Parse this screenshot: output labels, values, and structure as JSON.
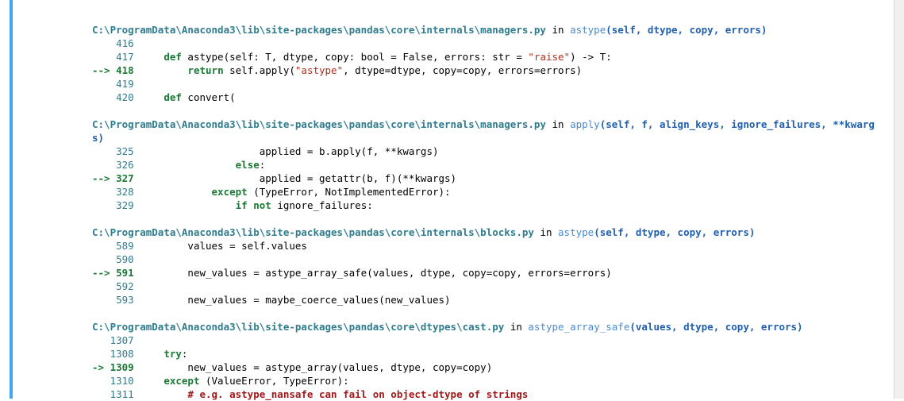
{
  "accent": "#42a5f5",
  "frames": [
    {
      "path": "C:\\ProgramData\\Anaconda3\\lib\\site-packages\\pandas\\core\\internals\\managers.py",
      "in": "in",
      "func": "astype",
      "args": "(self, dtype, copy, errors)",
      "lines": [
        {
          "n": "    416",
          "code": ""
        },
        {
          "n": "    417",
          "code": "    def astype(self: T, dtype, copy: bool = False, errors: str = \"raise\") -> T:"
        },
        {
          "n": "--> 418",
          "code": "        return self.apply(\"astype\", dtype=dtype, copy=copy, errors=errors)",
          "cur": true
        },
        {
          "n": "    419",
          "code": ""
        },
        {
          "n": "    420",
          "code": "    def convert("
        }
      ]
    },
    {
      "path": "C:\\ProgramData\\Anaconda3\\lib\\site-packages\\pandas\\core\\internals\\managers.py",
      "in": "in",
      "func": "apply",
      "args": "(self, f, align_keys, ignore_failures, **kwargs)",
      "lines": [
        {
          "n": "    325",
          "code": "                    applied = b.apply(f, **kwargs)"
        },
        {
          "n": "    326",
          "code": "                else:"
        },
        {
          "n": "--> 327",
          "code": "                    applied = getattr(b, f)(**kwargs)",
          "cur": true
        },
        {
          "n": "    328",
          "code": "            except (TypeError, NotImplementedError):"
        },
        {
          "n": "    329",
          "code": "                if not ignore_failures:"
        }
      ]
    },
    {
      "path": "C:\\ProgramData\\Anaconda3\\lib\\site-packages\\pandas\\core\\internals\\blocks.py",
      "in": "in",
      "func": "astype",
      "args": "(self, dtype, copy, errors)",
      "lines": [
        {
          "n": "    589",
          "code": "        values = self.values"
        },
        {
          "n": "    590",
          "code": ""
        },
        {
          "n": "--> 591",
          "code": "        new_values = astype_array_safe(values, dtype, copy=copy, errors=errors)",
          "cur": true
        },
        {
          "n": "    592",
          "code": ""
        },
        {
          "n": "    593",
          "code": "        new_values = maybe_coerce_values(new_values)"
        }
      ]
    },
    {
      "path": "C:\\ProgramData\\Anaconda3\\lib\\site-packages\\pandas\\core\\dtypes\\cast.py",
      "in": "in",
      "func": "astype_array_safe",
      "args": "(values, dtype, copy, errors)",
      "lines": [
        {
          "n": "   1307",
          "code": ""
        },
        {
          "n": "   1308",
          "code": "    try:"
        },
        {
          "n": "-> 1309",
          "code": "        new_values = astype_array(values, dtype, copy=copy)",
          "cur": true
        },
        {
          "n": "   1310",
          "code": "    except (ValueError, TypeError):"
        },
        {
          "n": "   1311",
          "code": "        # e.g. astype_nansafe can fail on object-dtype of strings",
          "comment": true
        }
      ]
    }
  ]
}
